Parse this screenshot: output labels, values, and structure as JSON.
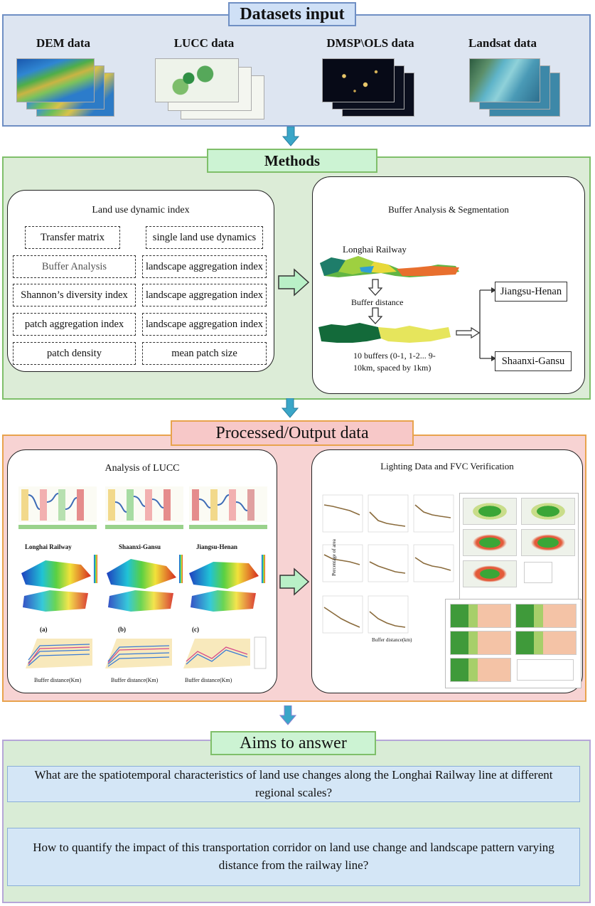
{
  "datasets": {
    "title": "Datasets input",
    "items": [
      {
        "label": "DEM data",
        "icon": "dem-map-icon"
      },
      {
        "label": "LUCC data",
        "icon": "lucc-map-icon"
      },
      {
        "label": "DMSP\\OLS data",
        "icon": "night-light-icon"
      },
      {
        "label": "Landsat data",
        "icon": "satellite-image-icon"
      }
    ]
  },
  "methods": {
    "title": "Methods",
    "left_box": {
      "title": "Land use dynamic index",
      "items": [
        "Transfer matrix",
        "single land use dynamics",
        "Buffer Analysis",
        "landscape aggregation index",
        "Shannon’s diversity index",
        "landscape aggregation index",
        "patch aggregation index",
        "landscape aggregation index",
        "patch density",
        "mean patch size"
      ]
    },
    "right_box": {
      "title": "Buffer Analysis & Segmentation",
      "railway_label": "Longhai  Railway",
      "buffer_label": "Buffer distance",
      "buffers_note": "10 buffers (0-1, 1-2... 9-10km, spaced by 1km)",
      "region_1": "Jiangsu-Henan",
      "region_2": "Shaanxi-Gansu"
    }
  },
  "processed": {
    "title": "Processed/Output data",
    "left_box": {
      "title": "Analysis of LUCC",
      "surface_titles": [
        "Longhai Railway",
        "Shaanxi-Gansu",
        "Jiangsu-Henan"
      ],
      "panel_letters": [
        "(a)",
        "(b)",
        "(c)"
      ],
      "xlabel": "Buffer distance(Km)"
    },
    "right_box": {
      "title": "Lighting Data and FVC Verification",
      "ylabel": "Percentage of area",
      "xlabel": "Buffer distance(km)"
    }
  },
  "aims": {
    "title": "Aims to answer",
    "questions": [
      "What are the spatiotemporal characteristics of land use changes along the Longhai Railway line at different regional scales?",
      "How to quantify the impact of this transportation corridor on land   use change and landscape pattern varying distance from the railway  line?"
    ]
  },
  "colors": {
    "panel1": "#dde5f1",
    "panel2": "#dcecd7",
    "panel3": "#f7d3d3",
    "panel4": "#d9ecd6",
    "arrow": "#3aa6c8",
    "green_arrow": "#b9f0c7"
  }
}
